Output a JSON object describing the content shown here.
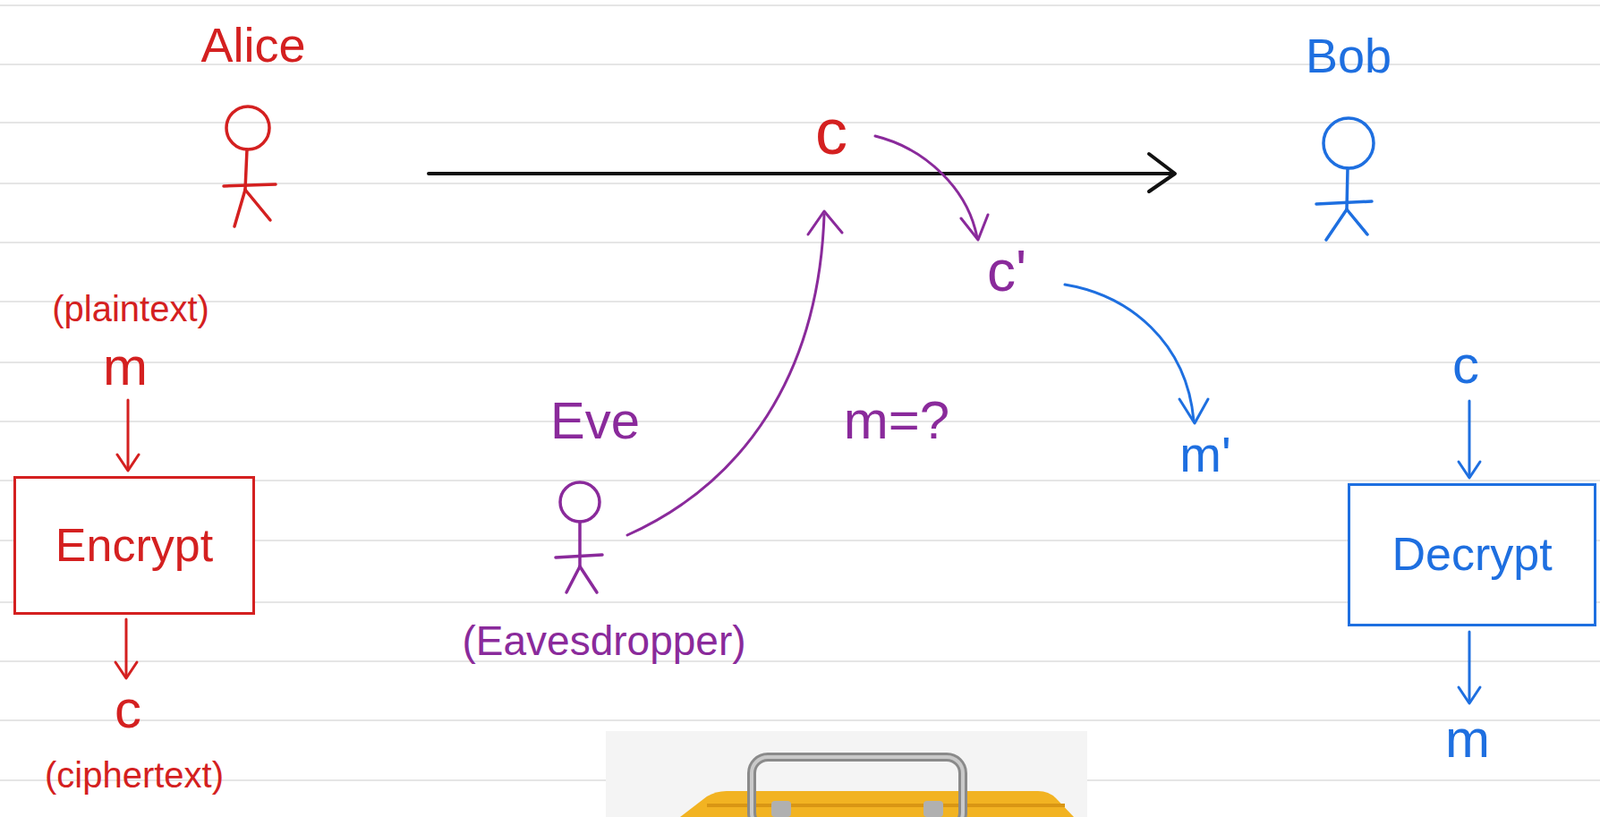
{
  "diagram": {
    "nodes": [
      {
        "text": [
          "Encrypt"
        ]
      },
      {
        "text": [
          "Decrypt"
        ]
      }
    ],
    "labels": [
      "Alice",
      "Bob",
      "c",
      "c'",
      "(plaintext)",
      "m",
      "Eve",
      "m=?",
      "m'",
      "c",
      "(Eavesdropper)",
      "m",
      "c",
      "(ciphertext)"
    ]
  }
}
